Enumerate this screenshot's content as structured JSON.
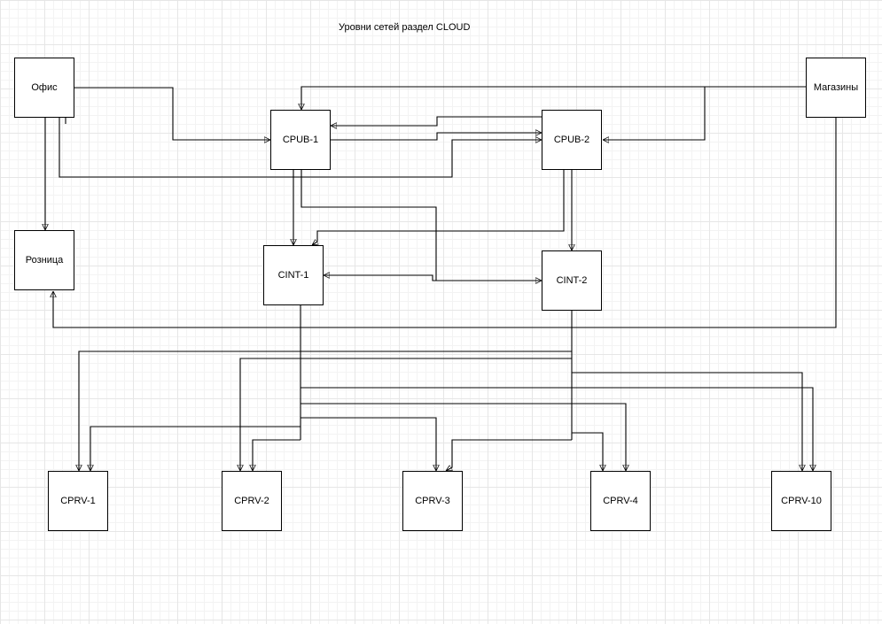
{
  "diagram": {
    "title": "Уровни сетей раздел CLOUD",
    "nodes": {
      "office": "Офис",
      "shops": "Магазины",
      "retail": "Розница",
      "cpub1": "CPUB-1",
      "cpub2": "CPUB-2",
      "cint1": "CINT-1",
      "cint2": "CINT-2",
      "cprv1": "CPRV-1",
      "cprv2": "CPRV-2",
      "cprv3": "CPRV-3",
      "cprv4": "CPRV-4",
      "cprv10": "CPRV-10"
    },
    "connections": [
      {
        "from": "Офис",
        "to": "CPUB-1"
      },
      {
        "from": "Офис",
        "to": "CPUB-2"
      },
      {
        "from": "Офис",
        "to": "Розница"
      },
      {
        "from": "Магазины",
        "to": "CPUB-1"
      },
      {
        "from": "Магазины",
        "to": "CPUB-2"
      },
      {
        "from": "Магазины",
        "to": "Розница"
      },
      {
        "from": "CPUB-1",
        "to": "CPUB-2"
      },
      {
        "from": "CPUB-2",
        "to": "CPUB-1"
      },
      {
        "from": "CPUB-1",
        "to": "CINT-1"
      },
      {
        "from": "CPUB-1",
        "to": "CINT-2"
      },
      {
        "from": "CPUB-2",
        "to": "CINT-1"
      },
      {
        "from": "CPUB-2",
        "to": "CINT-2"
      },
      {
        "from": "CINT-1",
        "to": "CINT-2"
      },
      {
        "from": "CINT-2",
        "to": "CINT-1"
      },
      {
        "from": "CINT-1",
        "to": "CPRV-1"
      },
      {
        "from": "CINT-1",
        "to": "CPRV-2"
      },
      {
        "from": "CINT-1",
        "to": "CPRV-3"
      },
      {
        "from": "CINT-1",
        "to": "CPRV-4"
      },
      {
        "from": "CINT-1",
        "to": "CPRV-10"
      },
      {
        "from": "CINT-2",
        "to": "CPRV-1"
      },
      {
        "from": "CINT-2",
        "to": "CPRV-2"
      },
      {
        "from": "CINT-2",
        "to": "CPRV-3"
      },
      {
        "from": "CINT-2",
        "to": "CPRV-4"
      },
      {
        "from": "CINT-2",
        "to": "CPRV-10"
      }
    ]
  }
}
